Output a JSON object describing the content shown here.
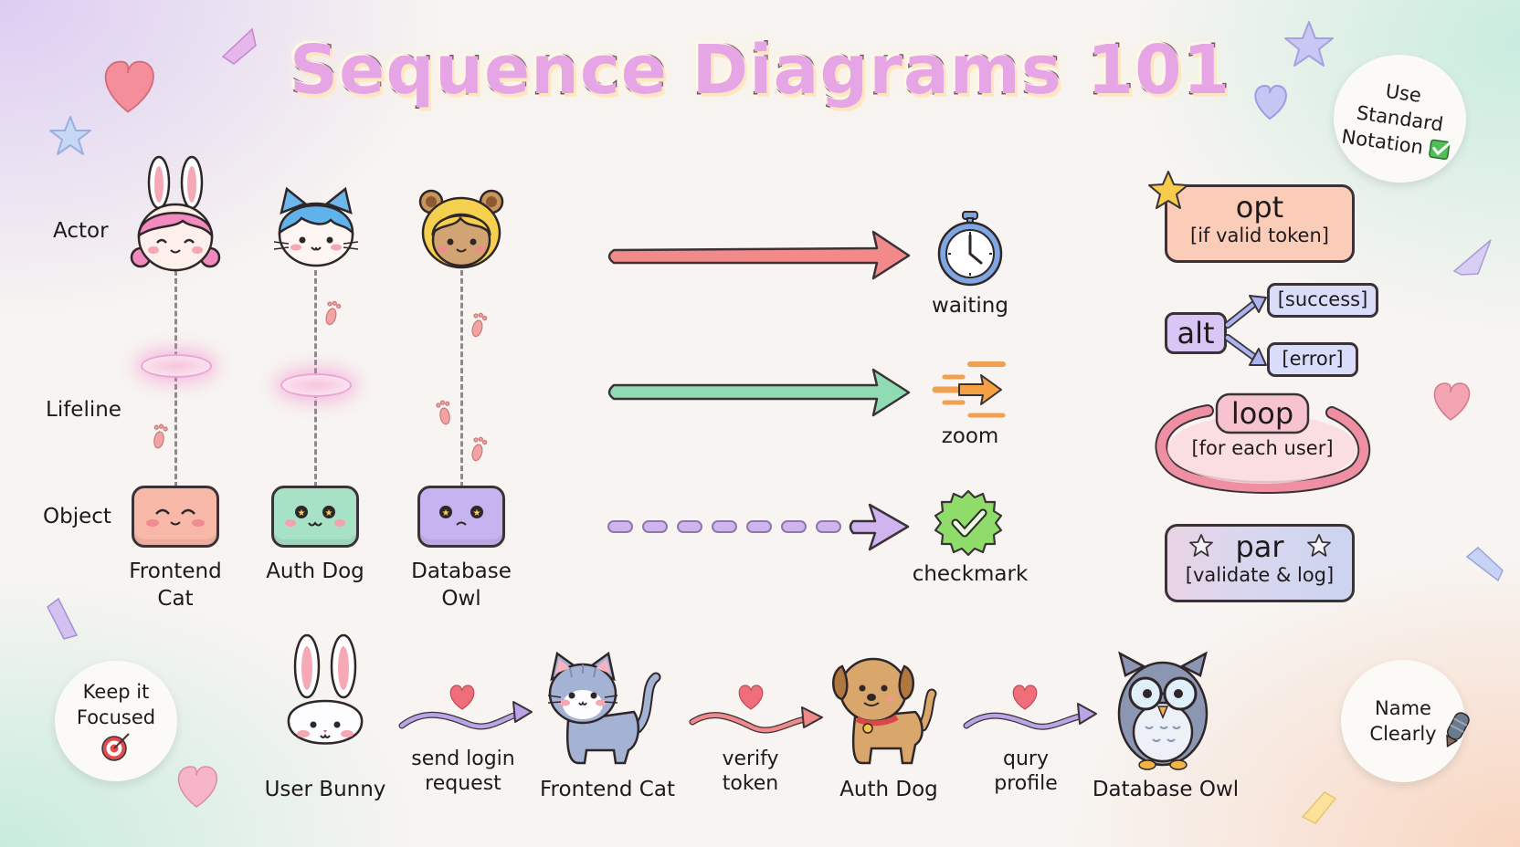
{
  "title": "Sequence Diagrams 101",
  "row_labels": {
    "actor": "Actor",
    "lifeline": "Lifeline",
    "object": "Object"
  },
  "participants": [
    {
      "name_line1": "Frontend",
      "name_line2": "Cat",
      "actor_icon": "bunny-girl-icon",
      "object_color": "#f7b8a8",
      "object_face": "happy-closed-eyes"
    },
    {
      "name_line1": "Auth Dog",
      "name_line2": "",
      "actor_icon": "blue-cat-icon",
      "object_color": "#a8e2c6",
      "object_face": "star-eyes-smile"
    },
    {
      "name_line1": "Database",
      "name_line2": "Owl",
      "actor_icon": "bear-hood-icon",
      "object_color": "#c6b4f0",
      "object_face": "star-eyes-frown"
    }
  ],
  "message_types": [
    {
      "style": "solid",
      "color": "#f28a8a",
      "icon": "stopwatch-icon",
      "label": "waiting"
    },
    {
      "style": "solid",
      "color": "#8fdcb4",
      "icon": "speed-arrow-icon",
      "label": "zoom"
    },
    {
      "style": "dashed",
      "color": "#cfb4ef",
      "icon": "checkmark-badge-icon",
      "label": "checkmark"
    }
  ],
  "fragments": {
    "opt": {
      "keyword": "opt",
      "condition": "[if valid token]",
      "color": "#fbcdb8"
    },
    "alt": {
      "keyword": "alt",
      "branches": [
        "[success]",
        "[error]"
      ],
      "color": "#d9c6f5",
      "branch_color": "#d3daf8"
    },
    "loop": {
      "keyword": "loop",
      "condition": "[for each user]",
      "color": "#f6c3cc"
    },
    "par": {
      "keyword": "par",
      "condition": "[validate & log]",
      "color": "#d9d7ef"
    }
  },
  "tips": {
    "standard": {
      "line1": "Use",
      "line2": "Standard",
      "line3": "Notation",
      "icon": "green-checkbox-icon"
    },
    "focused": {
      "line1": "Keep it",
      "line2": "Focused",
      "icon": "target-icon"
    },
    "name": {
      "line1": "Name",
      "line2": "Clearly",
      "icon": "crayon-icon"
    }
  },
  "flow": {
    "participants": [
      "User Bunny",
      "Frontend Cat",
      "Auth Dog",
      "Database Owl"
    ],
    "messages": [
      {
        "line1": "send login",
        "line2": "request",
        "color": "#b9a4e8"
      },
      {
        "line1": "verify",
        "line2": "token",
        "color": "#f08a8a"
      },
      {
        "line1": "qury",
        "line2": "profile",
        "color": "#b9a4e8"
      }
    ]
  },
  "colors": {
    "title_fill": "#e6a6e6",
    "title_stroke": "#4a2a40",
    "outline": "#3a3236"
  }
}
